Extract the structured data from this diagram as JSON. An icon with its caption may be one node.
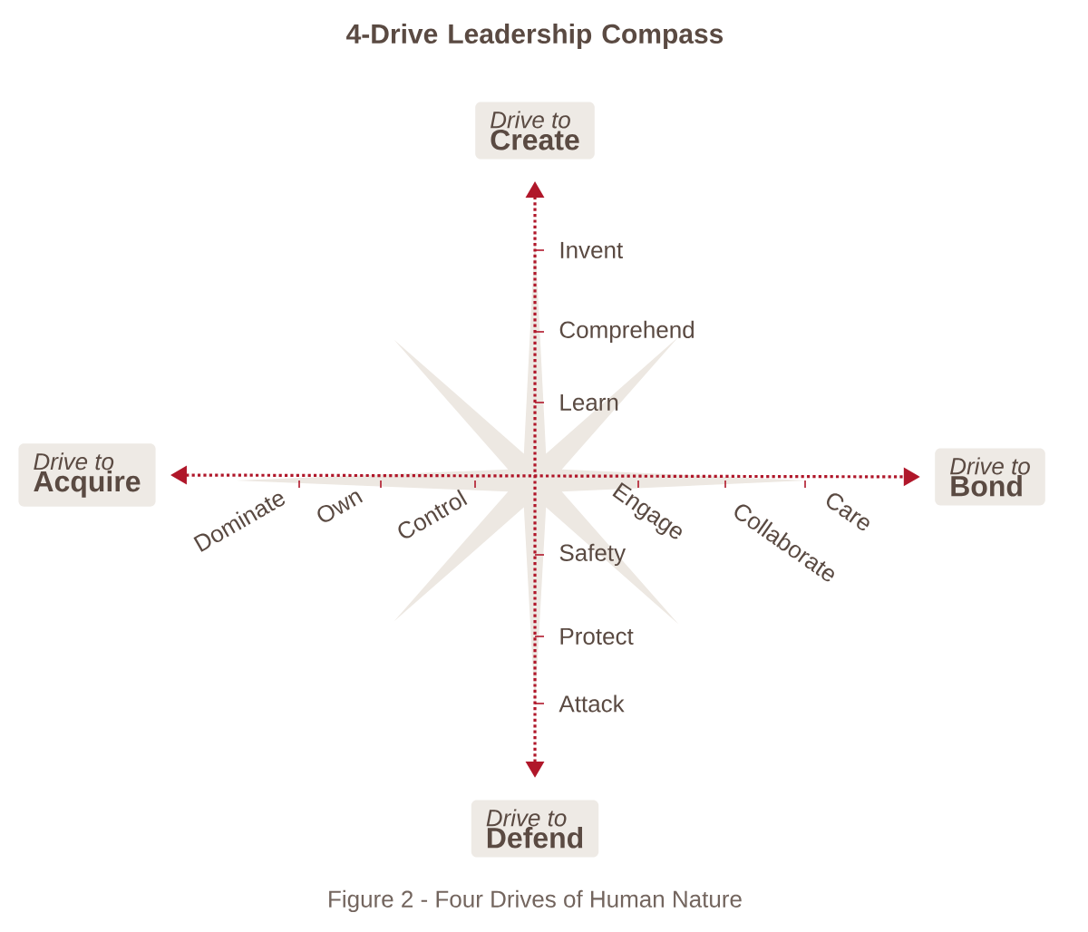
{
  "diagram": {
    "title": "4-Drive Leadership Compass",
    "caption": "Figure 2 - Four Drives of Human Nature",
    "nodes": [
      {
        "text": [
          "Drive to",
          "Create"
        ]
      },
      {
        "text": [
          "Drive to",
          "Acquire"
        ]
      },
      {
        "text": [
          "Drive to",
          "Bond"
        ]
      },
      {
        "text": [
          "Drive to",
          "Defend"
        ]
      }
    ],
    "edges": [
      {
        "from": 3,
        "to": 0,
        "arrow": "both"
      },
      {
        "from": 1,
        "to": 2,
        "arrow": "both"
      }
    ],
    "labels": [
      "Invent",
      "Comprehend",
      "Learn",
      "Dominate",
      "Own",
      "Control",
      "Engage",
      "Collaborate",
      "Care",
      "Safety",
      "Protect",
      "Attack"
    ]
  }
}
